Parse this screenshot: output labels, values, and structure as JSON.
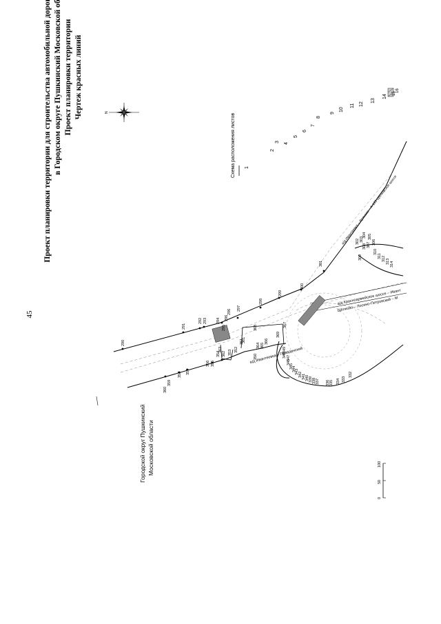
{
  "page_number": "45",
  "title_lines": [
    "Проект планировки территории для строительства автомобильной дороги Ивантеевка – Правдинский",
    "в Городском округе Пушкинский Московской области",
    "Проект планировки территории",
    "Чертеж красных линий"
  ],
  "district_label_1": "Городской округ Пушкинский",
  "district_label_2": "Московской области",
  "scale": {
    "labels": [
      "0",
      "50",
      "100"
    ]
  },
  "road_labels": {
    "ivanteevka": "а/д Ивантеевка – Правдинский",
    "krasnoarm": "а/д Красноармейское шоссе – Ивант",
    "schelkovo": "Щёлково – Лосино-Петровский – М",
    "fryanovo": "а/д Ивантеевка – Фряново – А-103 Щёлковское шоссе"
  },
  "sheet_scheme": {
    "title": "Схема расположения листов",
    "sheets": [
      "1",
      "2",
      "3",
      "4",
      "5",
      "6",
      "7",
      "8",
      "9",
      "10",
      "11",
      "12",
      "13",
      "14",
      "15",
      "16"
    ]
  },
  "points": {
    "upper_line": [
      "290",
      "291",
      "292",
      "293",
      "294",
      "295",
      "296",
      "297",
      "298",
      "299",
      "300",
      "301"
    ],
    "lower_line": [
      "360",
      "359",
      "358",
      "357",
      "356",
      "355",
      "354",
      "353",
      "352",
      "351",
      "350",
      "349",
      "348",
      "347",
      "346",
      "345",
      "344",
      "343",
      "342",
      "341",
      "340",
      "339",
      "338",
      "337",
      "336",
      "335",
      "334",
      "333",
      "332"
    ],
    "inner": [
      "296",
      "361",
      "362",
      "363",
      "364",
      "365",
      "366",
      "367",
      "368",
      "369"
    ],
    "right": [
      "302",
      "303",
      "304",
      "305",
      "306",
      "307",
      "308",
      "309",
      "310",
      "311",
      "312",
      "313",
      "314"
    ]
  }
}
